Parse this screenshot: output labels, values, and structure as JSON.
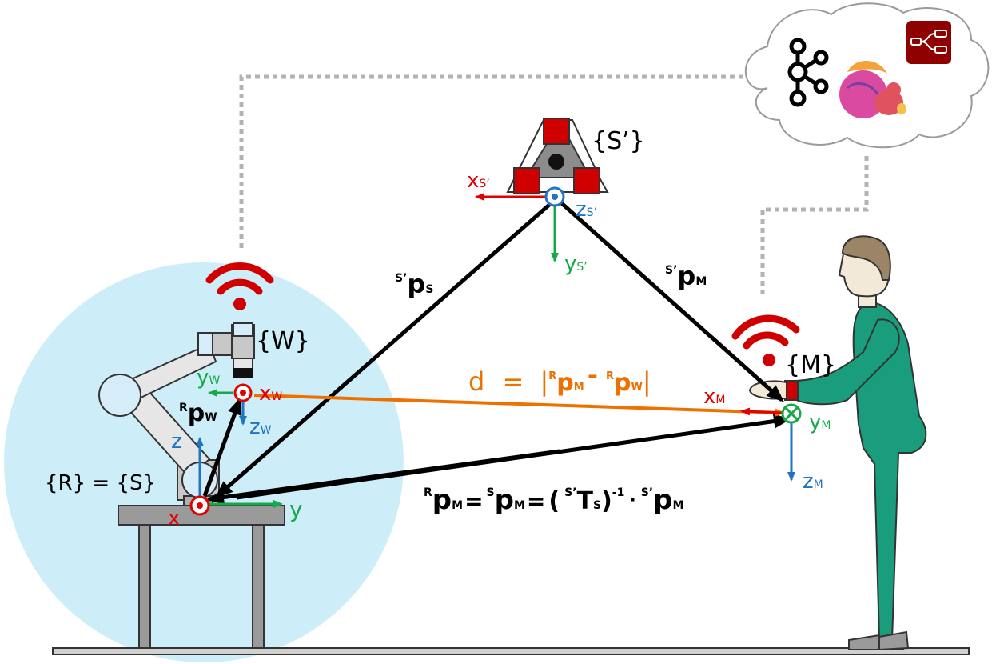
{
  "frames": {
    "robot_base": "{R} = {S}",
    "wrist": "{W}",
    "sensor": "{S’}",
    "marker": "{M}"
  },
  "axes": {
    "base_x": "x",
    "base_y": "y",
    "base_z": "z",
    "wrist_x": "x",
    "wrist_x_sub": "W",
    "wrist_y": "y",
    "wrist_y_sub": "W",
    "wrist_z": "z",
    "wrist_z_sub": "W",
    "sensor_x": "x",
    "sensor_x_sub": "S’",
    "sensor_y": "y",
    "sensor_y_sub": "S’",
    "sensor_z": "z",
    "sensor_z_sub": "S’",
    "marker_x": "x",
    "marker_x_sub": "M",
    "marker_y": "y",
    "marker_y_sub": "M",
    "marker_z": "z",
    "marker_z_sub": "M"
  },
  "vectors": {
    "sp_s": {
      "sup": "S’",
      "main": "p",
      "sub": "S"
    },
    "sp_m": {
      "sup": "S’",
      "main": "p",
      "sub": "M"
    },
    "rp_w": {
      "sup": "R",
      "main": "p",
      "sub": "W"
    }
  },
  "distance_equation": {
    "lhs": "d",
    "eq": "=",
    "open": "|",
    "sup1": "R",
    "p1": "p",
    "sub1": "M",
    "minus": "-",
    "sup2": "R",
    "p2": "p",
    "sub2": "W",
    "close": "|"
  },
  "transform_equation": {
    "sup1": "R",
    "p1": "p",
    "sub1": "M",
    "eq1": "=",
    "sup2": "S",
    "p2": "p",
    "sub2": "M",
    "eq2": "=",
    "lparen": "(",
    "tsup": "S’",
    "t": "T",
    "tsub": "S",
    "rparen": ")",
    "inv": "-1",
    "dot": "·",
    "sup3": "S’",
    "p3": "p",
    "sub3": "M"
  },
  "cloud_icons": [
    "kafka-logo-icon",
    "flink-squirrel-icon",
    "node-red-logo-icon"
  ],
  "colors": {
    "x_axis": "#e00000",
    "y_axis": "#17a84a",
    "z_axis": "#1f74c4",
    "distance": "#ee7000",
    "wifi": "#d10000",
    "workspace": "#cdeef9",
    "human_suit": "#1a9d7c",
    "vector": "#000000",
    "dashed_link": "#b3b3b3"
  }
}
